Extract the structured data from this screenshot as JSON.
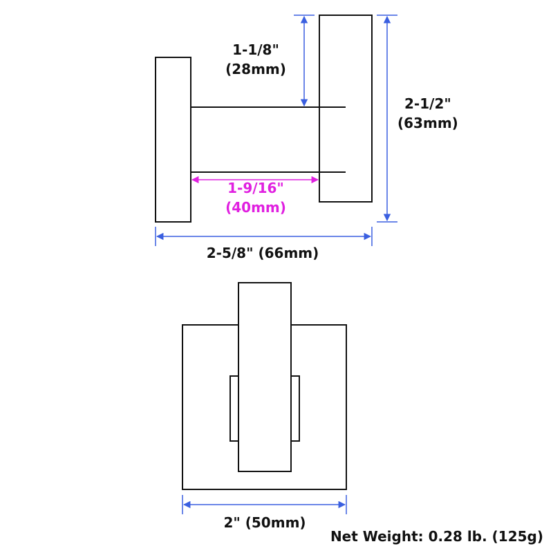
{
  "colors": {
    "outline": "#111111",
    "blue_dimension": "#3a5fe0",
    "magenta_dimension": "#e020e0"
  },
  "dimensions": {
    "plate_thickness": {
      "line1": "1-1/8\"",
      "line2": "(28mm)"
    },
    "overall_height": {
      "line1": "2-1/2\"",
      "line2": "(63mm)"
    },
    "projection": {
      "line1": "1-9/16\"",
      "line2": "(40mm)"
    },
    "overall_depth": {
      "label": "2-5/8\" (66mm)"
    },
    "base_width": {
      "label": "2\" (50mm)"
    }
  },
  "net_weight": "Net Weight: 0.28 lb. (125g)"
}
